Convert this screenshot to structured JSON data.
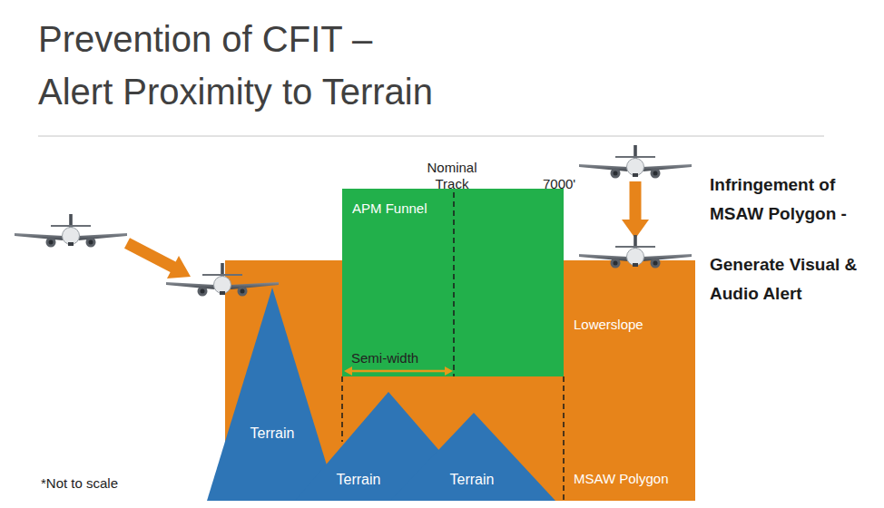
{
  "diagram": {
    "title": "Prevention of CFIT – Alert Proximity to Terrain",
    "nodes": [
      {
        "text": [
          "Lowerslope",
          "MSAW Polygon"
        ]
      },
      {
        "text": [
          "Terrain"
        ],
        "in": 0
      },
      {
        "text": [
          "Terrain"
        ],
        "in": 0
      },
      {
        "text": [
          "Terrain"
        ],
        "in": 0
      },
      {
        "text": [
          "APM Funnel"
        ]
      }
    ],
    "labels": [
      "Nominal Track",
      "7000'",
      "Infringement of MSAW Polygon -",
      "Generate Visual & Audio Alert",
      "Semi-width",
      "*Not to scale"
    ]
  }
}
